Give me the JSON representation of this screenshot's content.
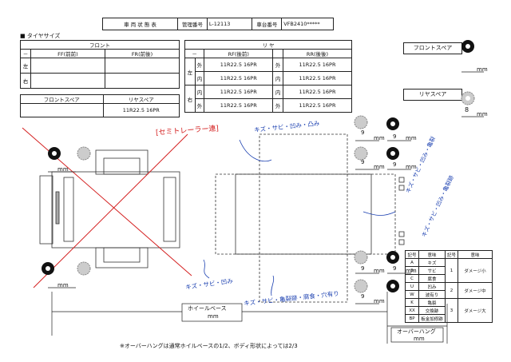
{
  "header": {
    "title": "車 両 状 態 表",
    "mgmt_label": "管理番号",
    "mgmt_value": "L-12113",
    "chassis_label": "車台番号",
    "chassis_value": "VFB2410*****"
  },
  "section_title": "■ タイヤサイズ",
  "front": {
    "title": "フロント",
    "col_blank": "－",
    "col_ff": "FF(前前)",
    "col_fr": "FR(前後)",
    "row_left": "左",
    "row_right": "右"
  },
  "rear": {
    "title": "リ ヤ",
    "col_blank": "－",
    "col_rf": "RF(後前)",
    "col_rr": "RR(後後)",
    "left": "左",
    "right": "右",
    "outer": "外",
    "inner": "内",
    "tire": "11R22.5 16PR"
  },
  "spare_table": {
    "front_label": "フロントスペア",
    "rear_label": "リヤスペア",
    "rear_value": "11R22.5 16PR"
  },
  "spare_side": {
    "front_label": "フロントスペア",
    "front_unit": "mm",
    "rear_label": "リヤスペア",
    "rear_value": "8",
    "rear_unit": "mm"
  },
  "diagram": {
    "mm": "mm",
    "nine": "9",
    "wheelbase_label": "ホイールベース",
    "overhang_label": "オーバーハング"
  },
  "legend": {
    "h_code": "記号",
    "h_meaning": "意味",
    "items": [
      {
        "code": "A",
        "meaning": "キズ"
      },
      {
        "code": "S",
        "meaning": "サビ"
      },
      {
        "code": "C",
        "meaning": "腐食"
      },
      {
        "code": "U",
        "meaning": "凹み"
      },
      {
        "code": "W",
        "meaning": "波有り"
      },
      {
        "code": "K",
        "meaning": "亀裂"
      },
      {
        "code": "XX",
        "meaning": "交換跡"
      },
      {
        "code": "BP",
        "meaning": "板金加修跡"
      }
    ],
    "levels": [
      {
        "code": "1",
        "meaning": "ダメージ小"
      },
      {
        "code": "2",
        "meaning": "ダメージ中"
      },
      {
        "code": "3",
        "meaning": "ダメージ大"
      }
    ]
  },
  "notes": {
    "red_note": "[セミトレーラー連]",
    "hw1": "キズ・サビ・凹み・凸み",
    "hw2": "キズ・サビ・凹み・亀裂",
    "hw3": "キズ・サビ・凹み・亀裂跡",
    "hw4": "キズ・サビ・凹み",
    "hw5": "キズ・サビ・亀裂跡・腐食・穴有り",
    "footnote": "※オーバーハングは通常ホイルベースの1/2、ボディ形状によっては2/3"
  }
}
